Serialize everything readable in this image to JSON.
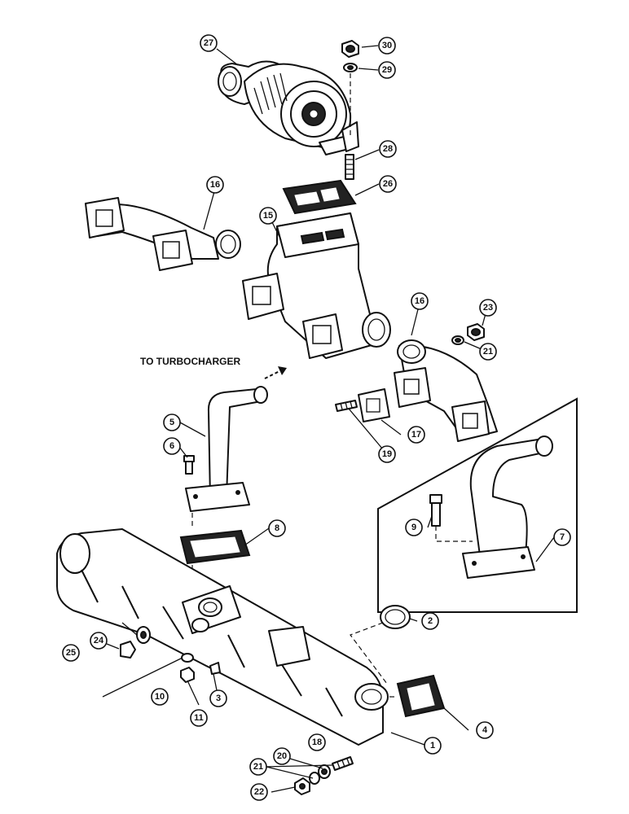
{
  "caption": "TO TURBOCHARGER",
  "callouts": [
    {
      "id": "c27",
      "label": "27"
    },
    {
      "id": "c30",
      "label": "30"
    },
    {
      "id": "c29",
      "label": "29"
    },
    {
      "id": "c28",
      "label": "28"
    },
    {
      "id": "c26",
      "label": "26"
    },
    {
      "id": "c16a",
      "label": "16"
    },
    {
      "id": "c15",
      "label": "15"
    },
    {
      "id": "c16b",
      "label": "16"
    },
    {
      "id": "c23",
      "label": "23"
    },
    {
      "id": "c21a",
      "label": "21"
    },
    {
      "id": "c5",
      "label": "5"
    },
    {
      "id": "c6",
      "label": "6"
    },
    {
      "id": "c17",
      "label": "17"
    },
    {
      "id": "c19",
      "label": "19"
    },
    {
      "id": "c8",
      "label": "8"
    },
    {
      "id": "c9",
      "label": "9"
    },
    {
      "id": "c7",
      "label": "7"
    },
    {
      "id": "c2",
      "label": "2"
    },
    {
      "id": "c24",
      "label": "24"
    },
    {
      "id": "c25",
      "label": "25"
    },
    {
      "id": "c10",
      "label": "10"
    },
    {
      "id": "c3",
      "label": "3"
    },
    {
      "id": "c11",
      "label": "11"
    },
    {
      "id": "c4",
      "label": "4"
    },
    {
      "id": "c1",
      "label": "1"
    },
    {
      "id": "c18",
      "label": "18"
    },
    {
      "id": "c20",
      "label": "20"
    },
    {
      "id": "c21b",
      "label": "21"
    },
    {
      "id": "c22",
      "label": "22"
    }
  ]
}
